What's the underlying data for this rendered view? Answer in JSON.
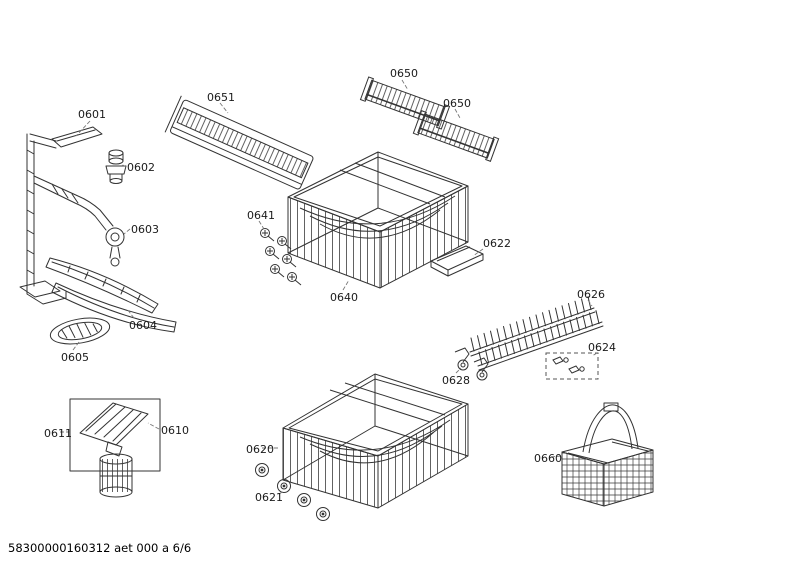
{
  "document": {
    "footer_code": "58300000160312 aet 000 a 6/6"
  },
  "parts": {
    "p0601": {
      "label": "0601"
    },
    "p0602": {
      "label": "0602"
    },
    "p0603": {
      "label": "0603"
    },
    "p0604": {
      "label": "0604"
    },
    "p0605": {
      "label": "0605"
    },
    "p0610": {
      "label": "0610"
    },
    "p0611": {
      "label": "0611"
    },
    "p0620": {
      "label": "0620"
    },
    "p0621": {
      "label": "0621"
    },
    "p0622": {
      "label": "0622"
    },
    "p0624": {
      "label": "0624"
    },
    "p0626": {
      "label": "0626"
    },
    "p0628": {
      "label": "0628"
    },
    "p0640": {
      "label": "0640"
    },
    "p0641": {
      "label": "0641"
    },
    "p0650a": {
      "label": "0650"
    },
    "p0650b": {
      "label": "0650"
    },
    "p0651": {
      "label": "0651"
    },
    "p0660": {
      "label": "0660"
    }
  }
}
